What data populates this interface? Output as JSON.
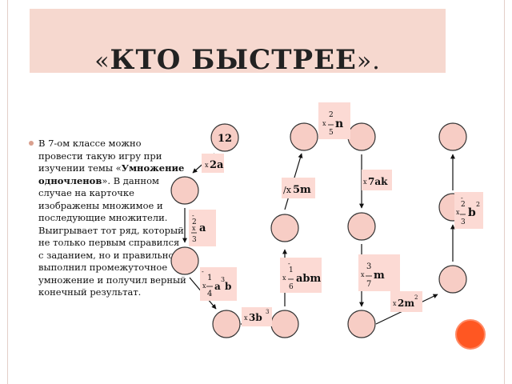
{
  "slide": {
    "title_open": "«",
    "title_main": "КТО БЫСТРЕЕ",
    "title_close": "».",
    "text": {
      "before_bold": "В 7-ом классе можно провести такую игру при изучении темы «",
      "bold": "Умножение одночленов",
      "after_bold": "». В данном случае на карточке изображены множимое и последующие множители. Выигрывает тот ряд, который не только первым справился с заданием, но и правильно выполнил промежуточное умножение и получил верный конечный результат."
    }
  },
  "diagram": {
    "start_value": "12",
    "cards": {
      "x2a": {
        "x": "x",
        "body": "2a"
      },
      "frac_a": {
        "x": "x",
        "num": "2",
        "den": "3",
        "var": "a",
        "sign": "-"
      },
      "frac_a3b": {
        "x": "x",
        "num": "1",
        "den": "4",
        "var": "a",
        "sup": "3",
        "var2": "b",
        "sign": "-"
      },
      "x3b": {
        "x": "x",
        "body": "3b",
        "sup": "3"
      },
      "frac_n": {
        "x": "x",
        "num": "2",
        "den": "5",
        "var": "n"
      },
      "x5m": {
        "x": "/x",
        "body": "5m"
      },
      "frac_abm": {
        "x": "x",
        "num": "1",
        "den": "6",
        "var": "abm",
        "sign": "-"
      },
      "x7ak": {
        "x": "x",
        "body": "7ak"
      },
      "frac_m": {
        "x": "x",
        "num": "3",
        "den": "7",
        "var": "m"
      },
      "x2m": {
        "x": "x",
        "body": "2m",
        "sup": "2"
      },
      "frac_b2": {
        "x": "x",
        "num": "2",
        "den": "3",
        "var": "b",
        "sup": "2",
        "sign": "-"
      }
    }
  },
  "colors": {
    "title_bg": "#f6d8cf",
    "circle_fill": "#f7cdc5",
    "card_fill": "#fcdad4",
    "accent_circle": "#ff5722",
    "bullet": "#d9a08e"
  }
}
